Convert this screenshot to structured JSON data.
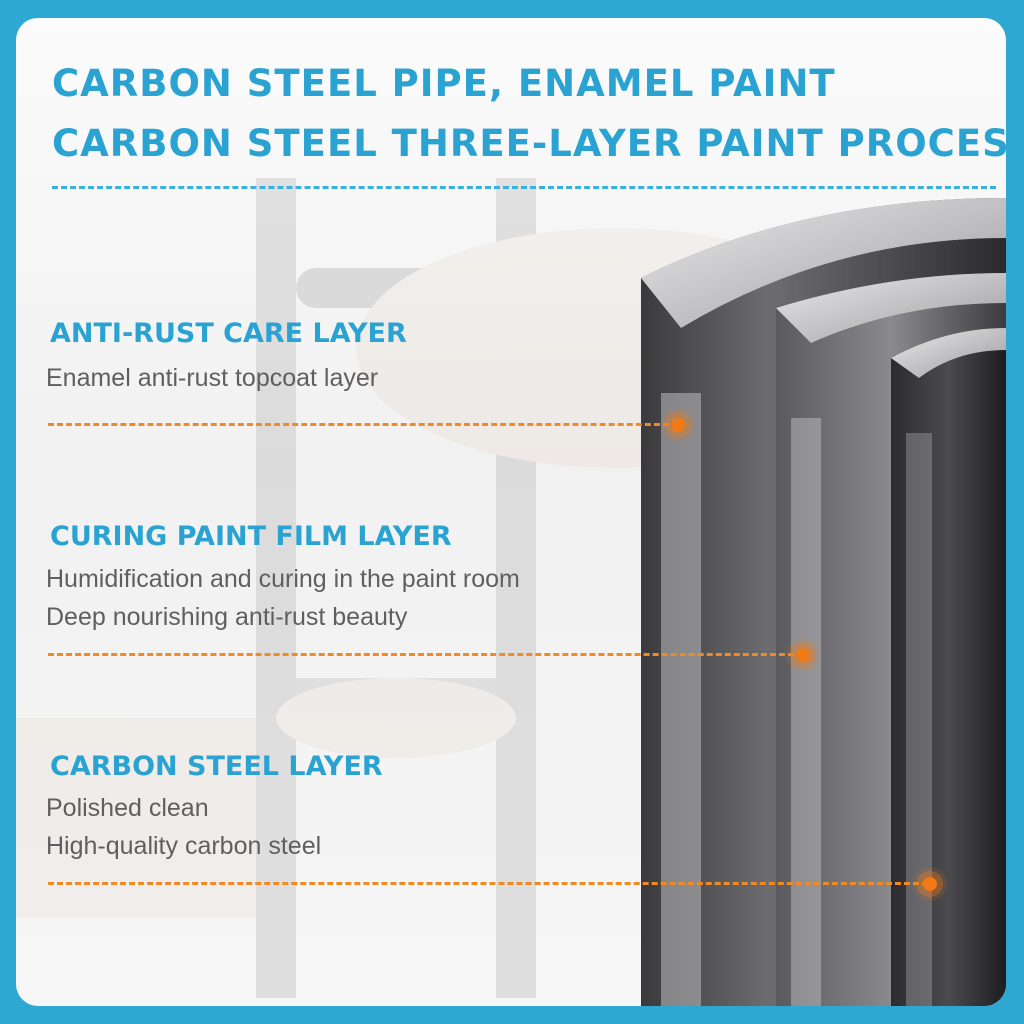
{
  "title": {
    "line1": "CARBON STEEL PIPE, ENAMEL PAINT",
    "line2": "CARBON STEEL THREE-LAYER PAINT PROCESS"
  },
  "layers": [
    {
      "heading": "ANTI-RUST CARE LAYER",
      "lines": [
        "Enamel anti-rust topcoat layer"
      ]
    },
    {
      "heading": "CURING PAINT FILM LAYER",
      "lines": [
        "Humidification and curing in the paint room",
        "Deep nourishing anti-rust beauty"
      ]
    },
    {
      "heading": "CARBON STEEL LAYER",
      "lines": [
        "Polished clean",
        "High-quality carbon steel"
      ]
    }
  ],
  "colors": {
    "accent_blue": "#2aa3d2",
    "leader_orange": "#f08a24",
    "border_blue": "#2fa7d3"
  }
}
